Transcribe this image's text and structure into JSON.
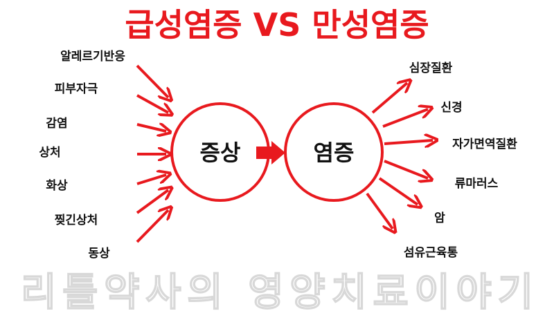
{
  "title": "급성염증 VS 만성염증",
  "watermark": "리틀약사의 영양치료이야기",
  "center": {
    "left": "증상",
    "right": "염증"
  },
  "causes": [
    "알레르기반응",
    "피부자극",
    "감염",
    "상처",
    "화상",
    "찢긴상처",
    "동상"
  ],
  "diseases": [
    "심장질환",
    "신경",
    "자가면역질환",
    "류마러스",
    "암",
    "섬유근육통"
  ],
  "colors": {
    "accent": "#e8191e"
  }
}
